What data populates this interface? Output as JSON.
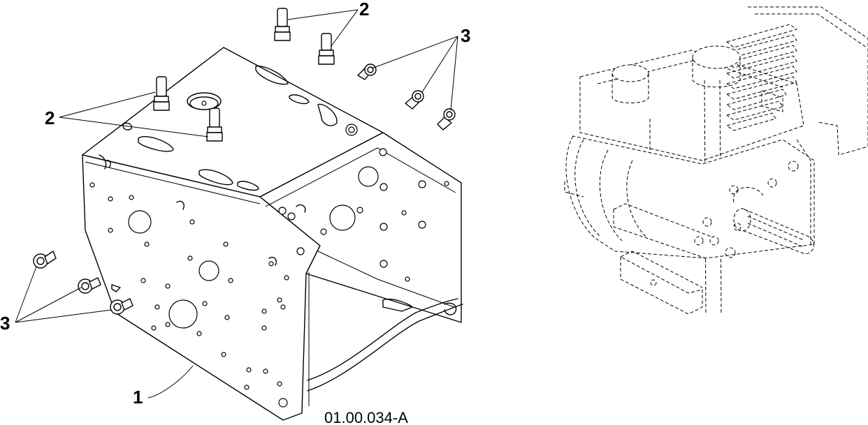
{
  "drawing": {
    "code": "01.00.034-A",
    "callouts": [
      {
        "id": "c1",
        "label": "1"
      },
      {
        "id": "c2a",
        "label": "2"
      },
      {
        "id": "c2b",
        "label": "2"
      },
      {
        "id": "c3a",
        "label": "3"
      },
      {
        "id": "c3b",
        "label": "3"
      }
    ]
  }
}
